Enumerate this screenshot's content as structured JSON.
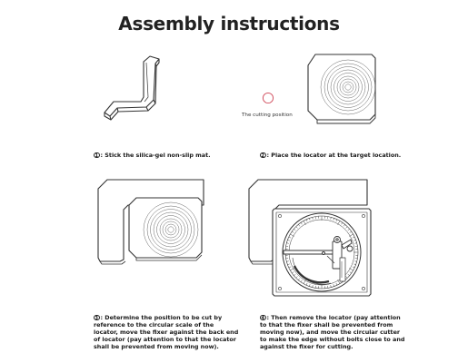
{
  "page": {
    "title": "Assembly instructions"
  },
  "steps": [
    {
      "number": "1",
      "text": ": Stick the silica-gel non-slip mat."
    },
    {
      "number": "2",
      "text": ": Place the locator at the target location.",
      "note": "The cutting position",
      "note_color": "#d04a5a"
    },
    {
      "number": "3",
      "text": ": Determine the position to be cut by reference to the circular scale of the locator, move the fixer against the back end of locator (pay attention to that the locator shall be prevented from moving now)."
    },
    {
      "number": "4",
      "text": ": Then remove the locator (pay attention to that the fixer shall be prevented from moving now), and move the circular cutter to make the edge without bolts close to and against the fixer for cutting."
    }
  ]
}
